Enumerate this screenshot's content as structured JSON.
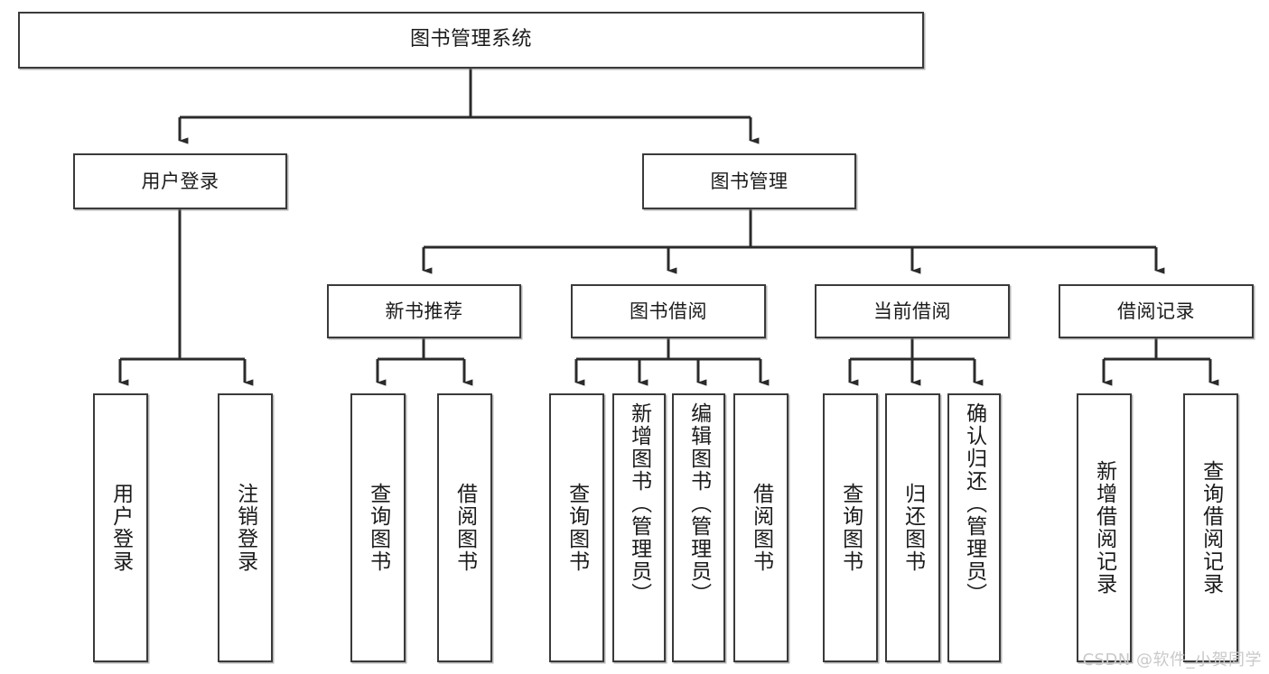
{
  "diagram": {
    "title": "图书管理系统",
    "type": "hierarchy-tree",
    "watermark": "CSDN @软件_小贺同学",
    "colors": {
      "box_border": "#3a3a3a",
      "box_fill": "#ffffff",
      "edge": "#2b2b2b",
      "text": "#1b1b1b",
      "watermark": "#c9c9c9",
      "background": "#ffffff"
    },
    "nodes": {
      "root": {
        "label": "图书管理系统"
      },
      "level2": [
        {
          "label": "用户登录"
        },
        {
          "label": "图书管理"
        }
      ],
      "level3": [
        {
          "label": "新书推荐"
        },
        {
          "label": "图书借阅"
        },
        {
          "label": "当前借阅"
        },
        {
          "label": "借阅记录"
        }
      ],
      "leaves_user_login": [
        {
          "label": "用户登录"
        },
        {
          "label": "注销登录"
        }
      ],
      "leaves_new_book": [
        {
          "label": "查询图书"
        },
        {
          "label": "借阅图书"
        }
      ],
      "leaves_borrow": [
        {
          "label": "查询图书"
        },
        {
          "label": "新增图书（管理员）"
        },
        {
          "label": "编辑图书（管理员）"
        },
        {
          "label": "借阅图书"
        }
      ],
      "leaves_current": [
        {
          "label": "查询图书"
        },
        {
          "label": "归还图书"
        },
        {
          "label": "确认归还（管理员）"
        }
      ],
      "leaves_record": [
        {
          "label": "新增借阅记录"
        },
        {
          "label": "查询借阅记录"
        }
      ]
    }
  }
}
